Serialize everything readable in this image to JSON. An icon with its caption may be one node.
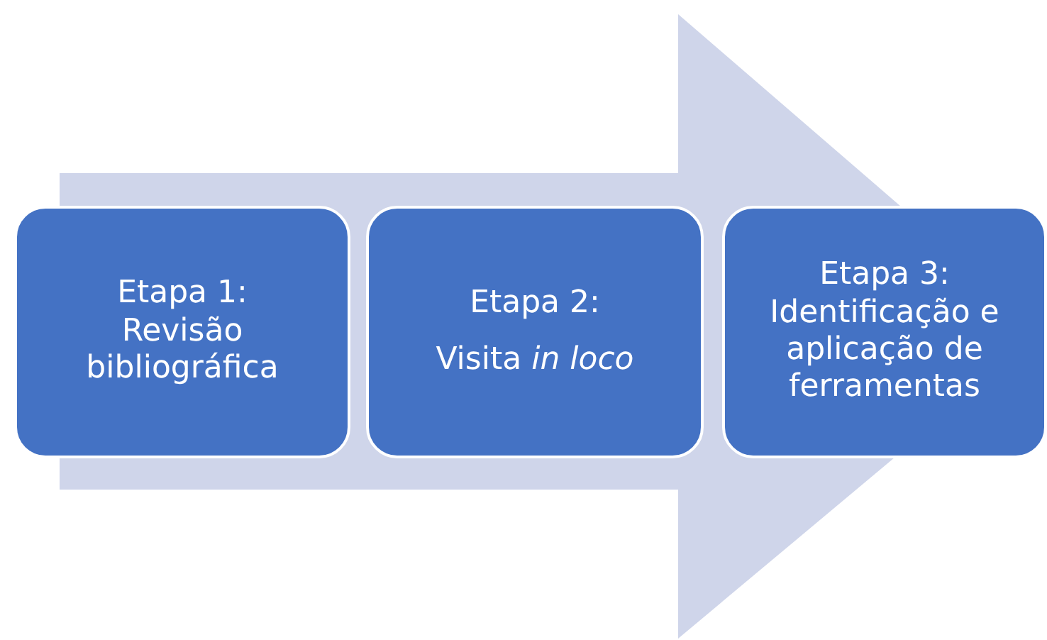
{
  "diagram": {
    "nodes": [
      {
        "text": [
          "Etapa 1:",
          "Revisão bibliográfica"
        ]
      },
      {
        "text": [
          "Etapa 2:",
          "Visita *in loco*"
        ]
      },
      {
        "text": [
          "Etapa 3:",
          "Identificação e aplicação de ferramentas"
        ]
      }
    ],
    "edges": [
      {
        "from": 0,
        "to": 2,
        "arrow": "to",
        "style": "thick"
      }
    ]
  }
}
